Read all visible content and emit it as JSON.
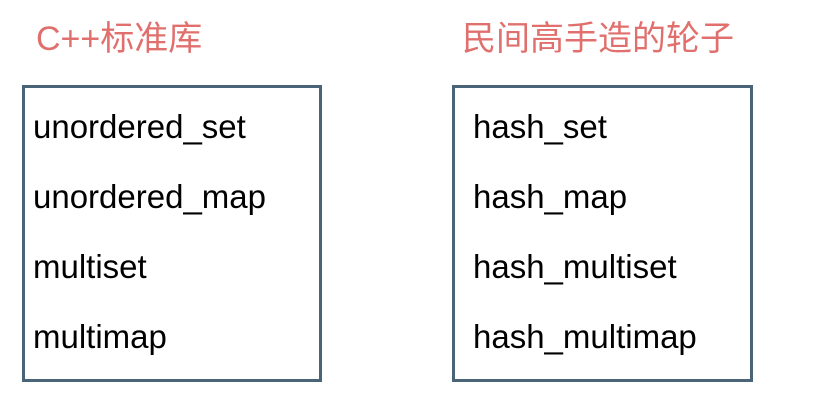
{
  "colors": {
    "heading": "#e0706d",
    "box_border": "#4a6478",
    "item_text": "#000000",
    "background": "#ffffff"
  },
  "columns": [
    {
      "title": "C++标准库",
      "items": [
        "unordered_set",
        "unordered_map",
        "multiset",
        "multimap"
      ]
    },
    {
      "title": "民间高手造的轮子",
      "items": [
        "hash_set",
        "hash_map",
        "hash_multiset",
        "hash_multimap"
      ]
    }
  ]
}
